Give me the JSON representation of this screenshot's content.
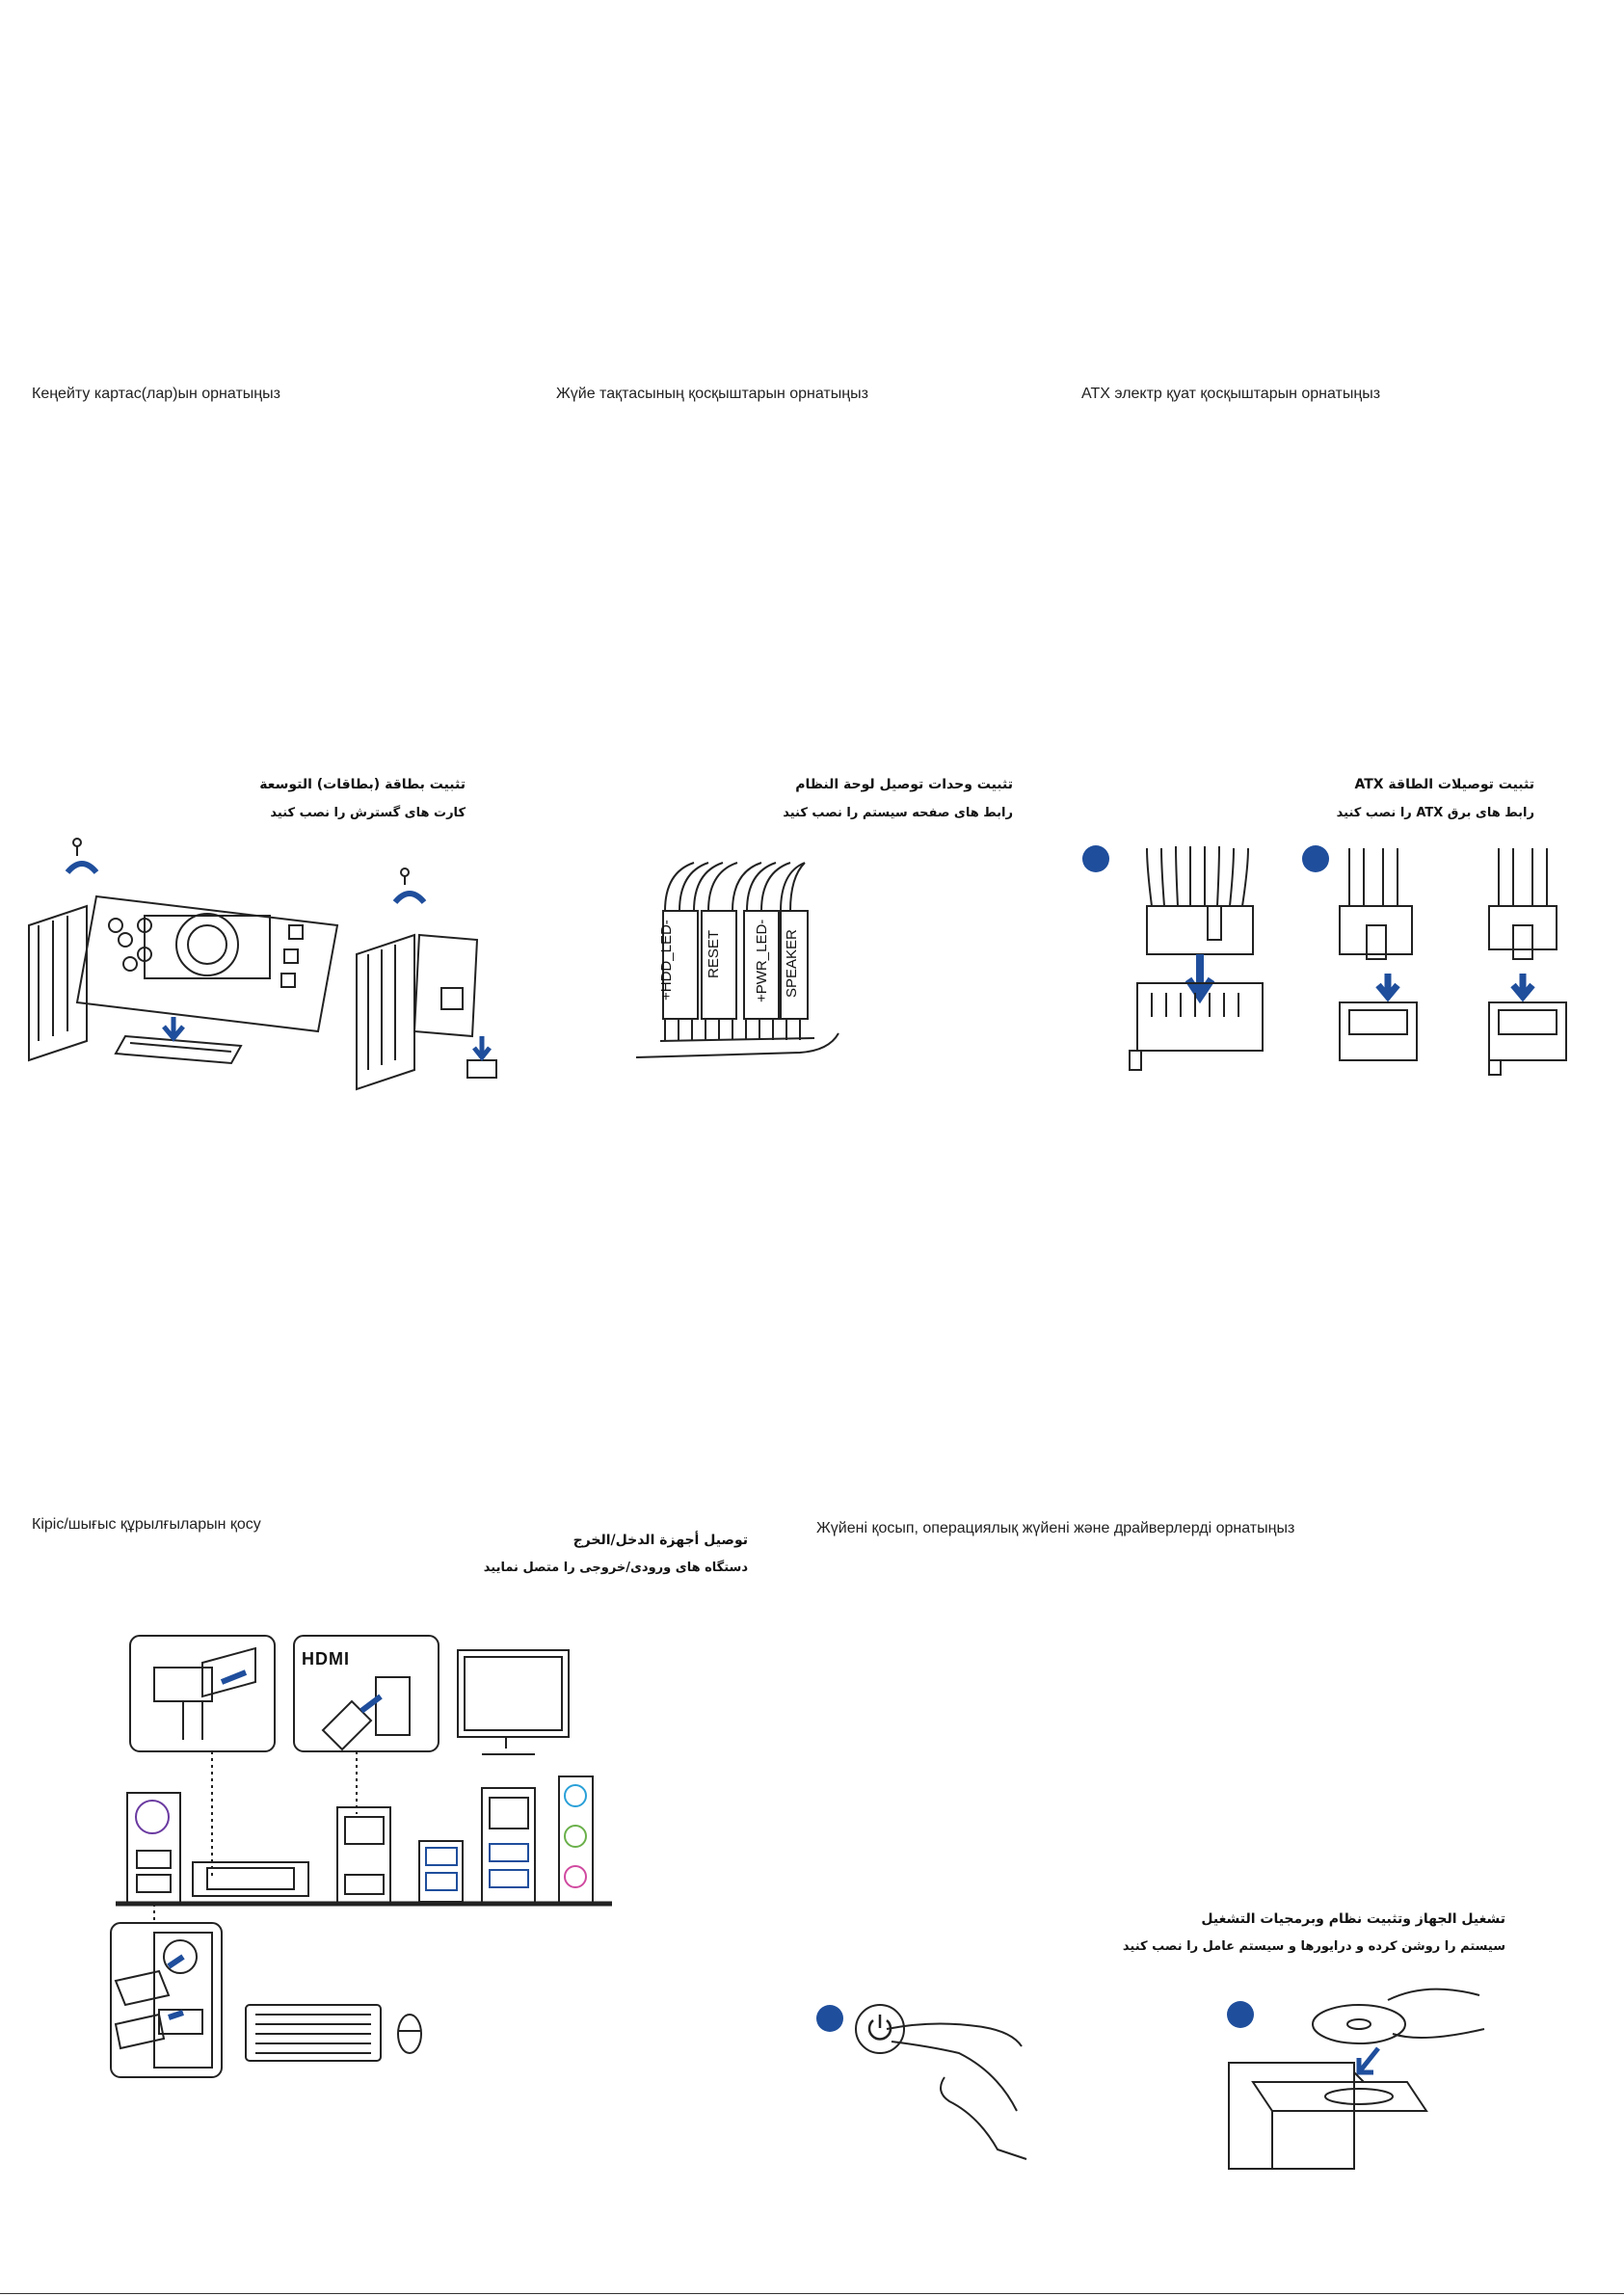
{
  "section_expansion": {
    "heading_kz": "Кеңейту картас(лар)ын орнатыңыз",
    "heading_ar": "تثبيت بطاقة (بطاقات) التوسعة",
    "heading_fa": "کارت های گسترش را نصب کنید"
  },
  "section_panel": {
    "heading_kz": "Жүйе тақтасының қосқыштарын орнатыңыз",
    "heading_ar": "تثبيت وحدات توصيل لوحة النظام",
    "heading_fa": "رابط های صفحه سیستم را نصب کنید",
    "pin_labels": [
      "+HDD_LED-",
      "RESET",
      "+PWR_LED-",
      "SPEAKER"
    ]
  },
  "section_atx": {
    "heading_kz": "ATX электр қуат қосқыштарын орнатыңыз",
    "heading_ar": "تثبيت توصيلات الطاقة ATX",
    "heading_fa": "رابط های برق ATX را نصب کنید",
    "step_colors": [
      "#1f4e9c",
      "#1f4e9c"
    ]
  },
  "section_io": {
    "heading_kz": "Кіріс/шығыс құрылғыларын қосу",
    "heading_ar": "توصيل أجهزة الدخل/الخرج",
    "heading_fa": "دستگاه های ورودی/خروجی را متصل نمایید",
    "hdmi_logo": "HDMI"
  },
  "section_power_on": {
    "heading_kz": "Жүйені қосып, операциялық жүйені және драйверлерді орнатыңыз",
    "heading_ar": "تشغيل الجهاز وتثبيت نظام وبرمجيات التشغيل",
    "heading_fa": "سیستم را روشن کرده و درایورها و سیستم عامل را نصب کنید"
  },
  "colors": {
    "accent_blue": "#1f4e9c",
    "line": "#222222"
  }
}
